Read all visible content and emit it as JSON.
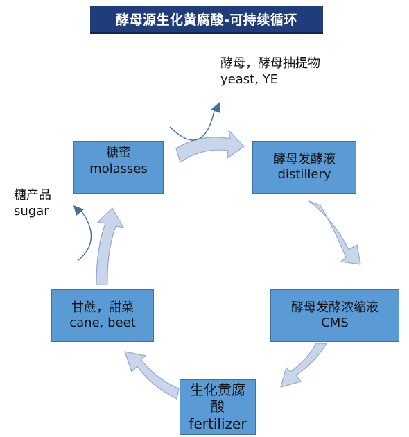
{
  "title": "酵母源生化黄腐酸-可持续循环",
  "nodes": {
    "molasses": {
      "zh": "糖蜜",
      "en": "molasses"
    },
    "distillery": {
      "zh": "酵母发酵液",
      "en": "distillery"
    },
    "cms": {
      "zh": "酵母发酵浓缩液",
      "en": "CMS"
    },
    "cane": {
      "zh": "甘蔗，甜菜",
      "en": "cane, beet"
    },
    "fertilizer": {
      "zh1": "生化黄腐",
      "zh2": "酸",
      "en": "fertilizer"
    }
  },
  "outputs": {
    "yeast": {
      "zh": "酵母，酵母抽提物",
      "en": "yeast, YE"
    },
    "sugar": {
      "zh": "糖产品",
      "en": "sugar"
    }
  },
  "colors": {
    "title_bg": "#1f3d7a",
    "node_fill": "#5b9bd5",
    "arrow_fill": "#c9d6ea",
    "arrow_stroke": "#8ea9cf",
    "thin_arrow": "#41719c"
  }
}
